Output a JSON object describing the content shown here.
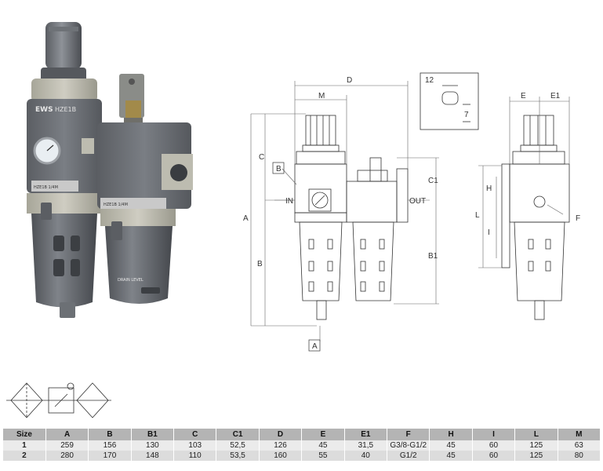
{
  "photo": {
    "brand_mark": "EWS",
    "model": "HZE1B",
    "regulator_plate": "HZE1B 1/4M",
    "filter_plate": "HZE1B 1/4M",
    "drain_label": "DRAIN LEVEL"
  },
  "drawing": {
    "labels": {
      "D": "D",
      "M": "M",
      "C": "C",
      "A": "A",
      "B": "B",
      "C1": "C1",
      "B1": "B1",
      "IN": "IN",
      "OUT": "OUT",
      "B_box": "B",
      "A_box": "A",
      "detail_12": "12",
      "detail_7": "7",
      "E": "E",
      "E1": "E1",
      "H": "H",
      "L": "L",
      "I": "I",
      "F": "F"
    }
  },
  "table": {
    "headers": [
      "Size",
      "A",
      "B",
      "B1",
      "C",
      "C1",
      "D",
      "E",
      "E1",
      "F",
      "H",
      "I",
      "L",
      "M"
    ],
    "rows": [
      [
        "1",
        "259",
        "156",
        "130",
        "103",
        "52,5",
        "126",
        "45",
        "31,5",
        "G3/8-G1/2",
        "45",
        "60",
        "125",
        "63"
      ],
      [
        "2",
        "280",
        "170",
        "148",
        "110",
        "53,5",
        "160",
        "55",
        "40",
        "G1/2",
        "45",
        "60",
        "125",
        "80"
      ]
    ]
  }
}
